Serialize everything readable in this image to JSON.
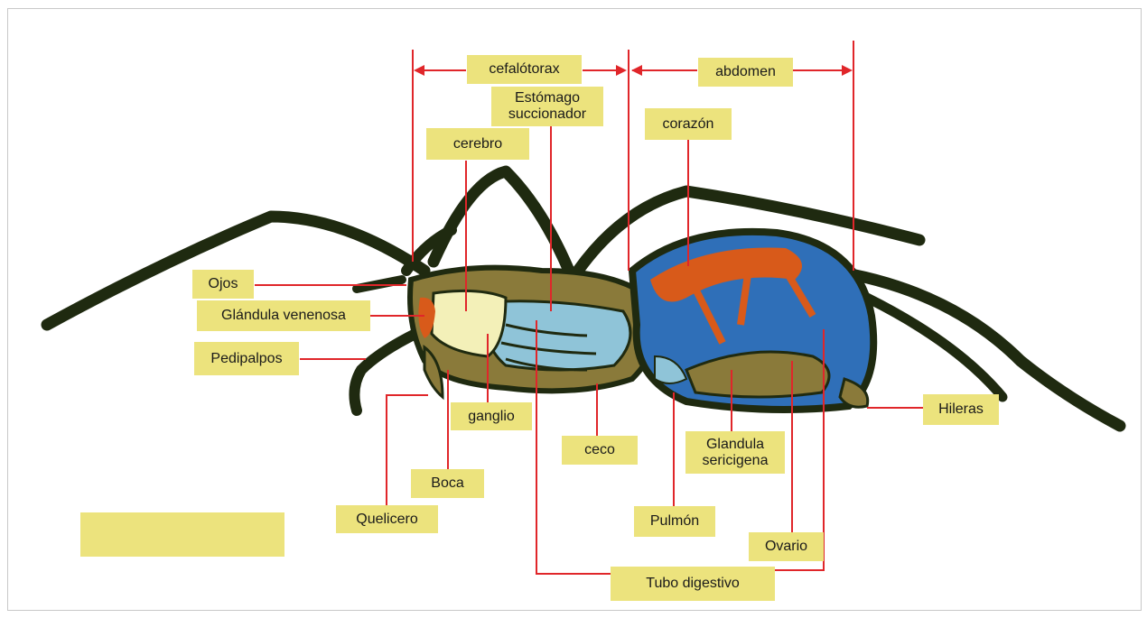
{
  "labels": {
    "cefalotorax": "cefalótorax",
    "abdomen": "abdomen",
    "estomago": "Estómago succionador",
    "cerebro": "cerebro",
    "corazon": "corazón",
    "ojos": "Ojos",
    "glandula_venenosa": "Glándula venenosa",
    "pedipalpos": "Pedipalpos",
    "ganglio": "ganglio",
    "ceco": "ceco",
    "glandula_sericigena": "Glandula sericigena",
    "hileras": "Hileras",
    "boca": "Boca",
    "quelicero": "Quelicero",
    "pulmon": "Pulmón",
    "ovario": "Ovario",
    "tubo_digestivo": "Tubo digestivo",
    "blank": ""
  },
  "colors": {
    "label_bg": "#ece37d",
    "leader": "#e0262a",
    "leg": "#1f2a10",
    "body_blue": "#2f6fb8",
    "light_blue": "#8fc4d8",
    "orange": "#d85a1a",
    "olive": "#8a7a3a",
    "cream": "#f3f0b8"
  }
}
